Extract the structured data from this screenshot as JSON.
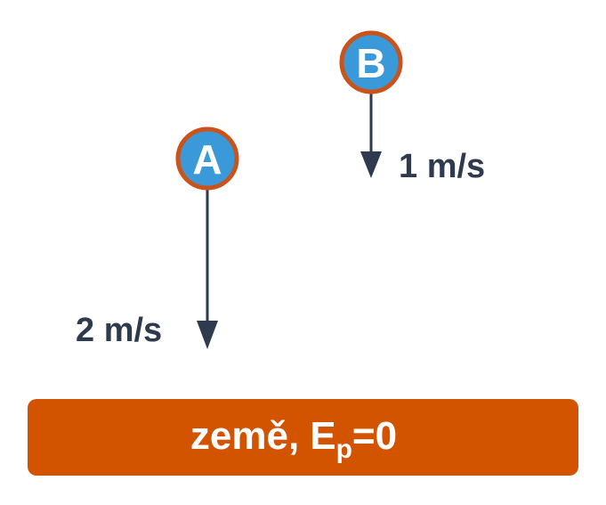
{
  "objects": [
    {
      "id": "A",
      "label": "A",
      "velocity_label": "2 m/s"
    },
    {
      "id": "B",
      "label": "B",
      "velocity_label": "1 m/s"
    }
  ],
  "ground": {
    "word": "země,",
    "symbol": "E",
    "subscript": "p",
    "value": "=0"
  },
  "colors": {
    "ball_fill": "#3a9ad9",
    "ball_stroke": "#c9531a",
    "arrow": "#2e3a4d",
    "text": "#2e3a4d",
    "ground_fill": "#d35400",
    "ground_text": "#ffffff"
  }
}
